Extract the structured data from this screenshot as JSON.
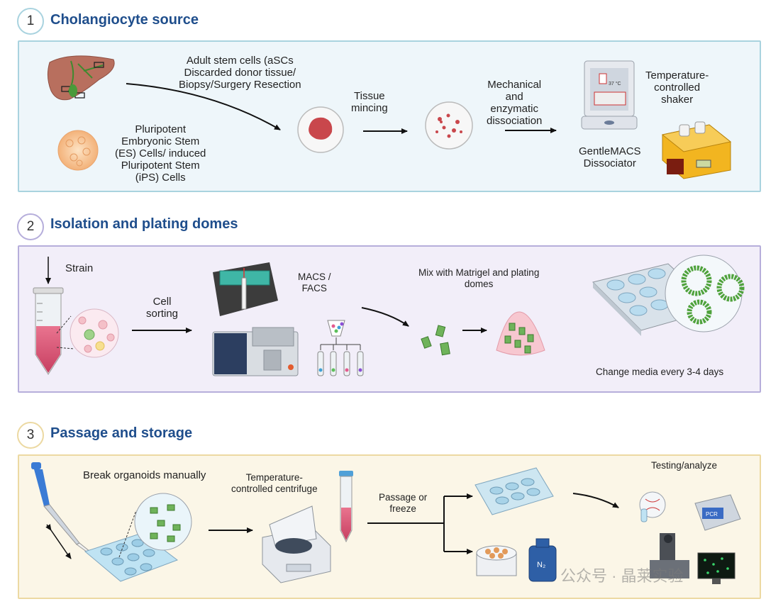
{
  "sections": [
    {
      "number": "1",
      "title": "Cholangiocyte source"
    },
    {
      "number": "2",
      "title": "Isolation and plating domes"
    },
    {
      "number": "3",
      "title": "Passage and storage"
    }
  ],
  "s1": {
    "adult_source": "Adult stem cells (aSCs\nDiscarded donor tissue/\nBiopsy/Surgery Resection",
    "pluripotent": "Pluripotent\nEmbryonic Stem\n(ES) Cells/ induced\nPluripotent Stem\n(iPS) Cells",
    "tissue_mincing": "Tissue\nmincing",
    "dissociation": "Mechanical\nand\nenzymatic\ndissociation",
    "thermo_display": "37 °C",
    "shaker": "Temperature-\ncontrolled\nshaker",
    "gentlemacs": "GentleMACS\nDissociator"
  },
  "s2": {
    "strain": "Strain",
    "cell_sorting": "Cell\nsorting",
    "macs_facs": "MACS /\nFACS",
    "matrigel": "Mix with Matrigel and plating\ndomes",
    "change_media": "Change media every 3-4 days"
  },
  "s3": {
    "break": "Break organoids manually",
    "centrifuge": "Temperature-\ncontrolled centrifuge",
    "passage": "Passage or\nfreeze",
    "testing": "Testing/analyze",
    "pcr": "PCR",
    "n2": "N₂"
  },
  "watermark": "公众号 · 晶莱实验",
  "colors": {
    "title": "#1f4e8c",
    "panel1_bg": "#eef6fa",
    "panel1_border": "#a9d3df",
    "panel2_bg": "#f2eef9",
    "panel2_border": "#b6aedb",
    "panel3_bg": "#fbf6e7",
    "panel3_border": "#ecd9a2"
  }
}
